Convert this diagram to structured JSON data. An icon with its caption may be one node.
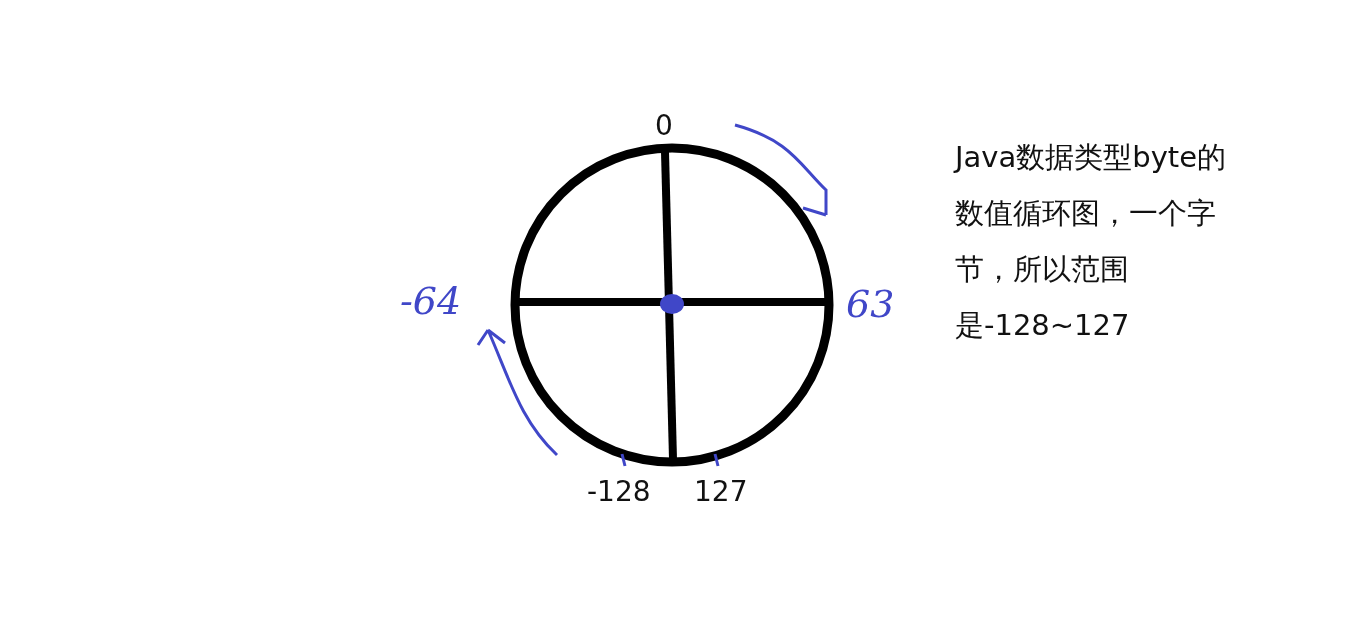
{
  "diagram": {
    "labels": [
      "0",
      "-64",
      "63",
      "-128",
      "127",
      "Java数据类型byte的数值循环图，一个字节，所以范围是-128~127"
    ]
  }
}
